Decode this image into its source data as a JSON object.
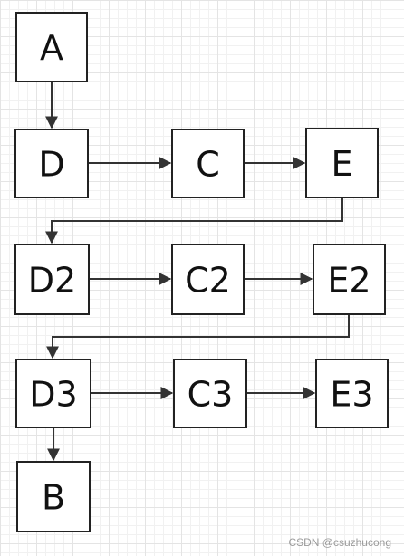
{
  "diagram": {
    "nodes": [
      {
        "id": "A",
        "label": "A"
      },
      {
        "id": "D",
        "label": "D"
      },
      {
        "id": "C",
        "label": "C"
      },
      {
        "id": "E",
        "label": "E"
      },
      {
        "id": "D2",
        "label": "D2"
      },
      {
        "id": "C2",
        "label": "C2"
      },
      {
        "id": "E2",
        "label": "E2"
      },
      {
        "id": "D3",
        "label": "D3"
      },
      {
        "id": "C3",
        "label": "C3"
      },
      {
        "id": "E3",
        "label": "E3"
      },
      {
        "id": "B",
        "label": "B"
      }
    ],
    "edges": [
      {
        "from": "A",
        "to": "D"
      },
      {
        "from": "D",
        "to": "C"
      },
      {
        "from": "C",
        "to": "E"
      },
      {
        "from": "E",
        "to": "D2"
      },
      {
        "from": "D2",
        "to": "C2"
      },
      {
        "from": "C2",
        "to": "E2"
      },
      {
        "from": "E2",
        "to": "D3"
      },
      {
        "from": "D3",
        "to": "C3"
      },
      {
        "from": "C3",
        "to": "E3"
      },
      {
        "from": "D3",
        "to": "B"
      }
    ]
  },
  "watermark": "CSDN @csuzhucong",
  "colors": {
    "stroke": "#222222",
    "edge": "#333333",
    "grid": "#e4e4e4"
  }
}
